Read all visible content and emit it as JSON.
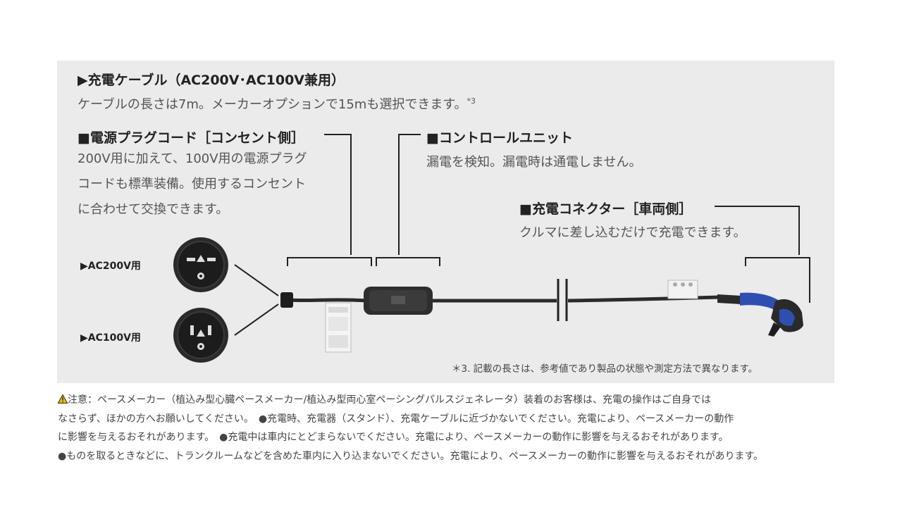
{
  "cable": {
    "title": "▶充電ケーブル（AC200V･AC100V兼用）",
    "description": "ケーブルの長さは7m。メーカーオプションで15mも選択できます。",
    "footnote_ref": "*3"
  },
  "plug_cord": {
    "title": "■電源プラグコード［コンセント側］",
    "lines": [
      "200V用に加えて、100V用の電源プラグ",
      "コードも標準装備。使用するコンセント",
      "に合わせて交換できます。"
    ]
  },
  "control_unit": {
    "title": "■コントロールユニット",
    "description": "漏電を検知。漏電時は通電しません。"
  },
  "connector": {
    "title": "■充電コネクター［車両側］",
    "description": "クルマに差し込むだけで充電できます。"
  },
  "plugs": {
    "ac200_label": "▶AC200V用",
    "ac100_label": "▶AC100V用"
  },
  "footnote": "＊3. 記載の長さは、参考値であり製品の状態や測定方法で異なります。",
  "warning": {
    "icon": "warning-triangle-icon",
    "lines": [
      "注意：ペースメーカー（植込み型心臓ペースメーカー/植込み型両心室ペーシングパルスジェネレータ）装着のお客様は、充電の操作はご自身では",
      "なさらず、ほかの方へお願いしてください。　●充電時、充電器（スタンド）、充電ケーブルに近づかないでください。充電により、ペースメーカーの動作",
      "に影響を与えるおそれがあります。　●充電中は車内にとどまらないでください。充電により、ペースメーカーの動作に影響を与えるおそれがあります。",
      "●ものを取るときなどに、トランクルームなどを含めた車内に入り込まないでください。充電により、ペースメーカーの動作に影響を与えるおそれがあります。"
    ]
  },
  "colors": {
    "panel": "#ebebeb",
    "connector_blue": "#2f4fb0",
    "warning_yellow": "#f2c200"
  }
}
